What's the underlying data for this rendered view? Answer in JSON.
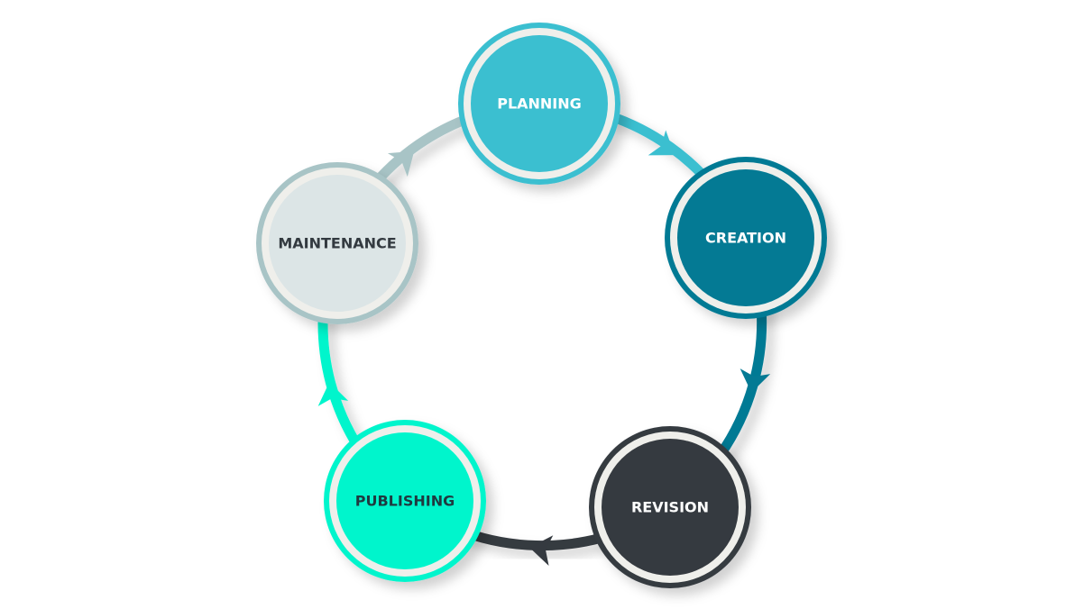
{
  "diagram": {
    "type": "cycle",
    "nodes": [
      {
        "label": "PLANNING",
        "ring": "#3bbfd0",
        "fill": "#3bbfd0",
        "text": "#ffffff"
      },
      {
        "label": "CREATION",
        "ring": "#047a94",
        "fill": "#047a94",
        "text": "#ffffff"
      },
      {
        "label": "REVISION",
        "ring": "#353a40",
        "fill": "#353a40",
        "text": "#ffffff"
      },
      {
        "label": "PUBLISHING",
        "ring": "#00f5cc",
        "fill": "#00f5cc",
        "text": "#1f3a40"
      },
      {
        "label": "MAINTENANCE",
        "ring": "#a8c4c6",
        "fill": "#dce5e6",
        "text": "#333a40"
      }
    ],
    "edges": [
      {
        "from": "PLANNING",
        "to": "CREATION"
      },
      {
        "from": "CREATION",
        "to": "REVISION"
      },
      {
        "from": "REVISION",
        "to": "PUBLISHING"
      },
      {
        "from": "PUBLISHING",
        "to": "MAINTENANCE"
      },
      {
        "from": "MAINTENANCE",
        "to": "PLANNING"
      }
    ]
  }
}
